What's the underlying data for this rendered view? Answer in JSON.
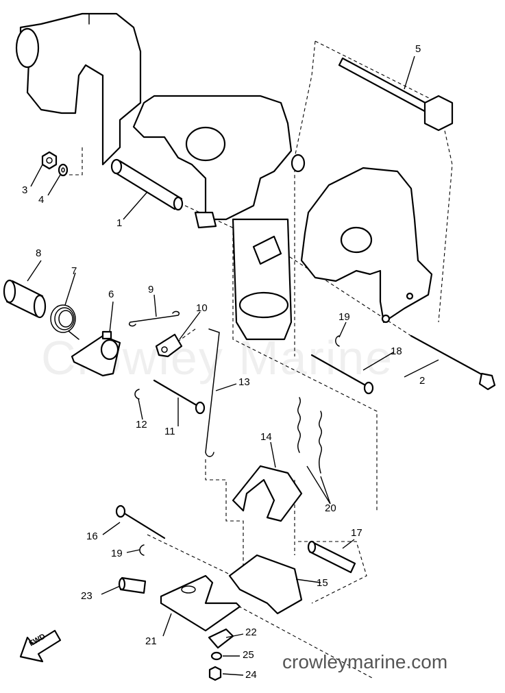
{
  "diagram": {
    "watermark_text": "Crowley Marine",
    "site_label": "crowleymarine.com",
    "direction_label": "FWD",
    "callouts": [
      "1",
      "2",
      "3",
      "4",
      "5",
      "6",
      "7",
      "8",
      "9",
      "10",
      "11",
      "12",
      "13",
      "14",
      "15",
      "16",
      "17",
      "18",
      "19",
      "19",
      "20",
      "21",
      "22",
      "23",
      "24",
      "25"
    ]
  }
}
